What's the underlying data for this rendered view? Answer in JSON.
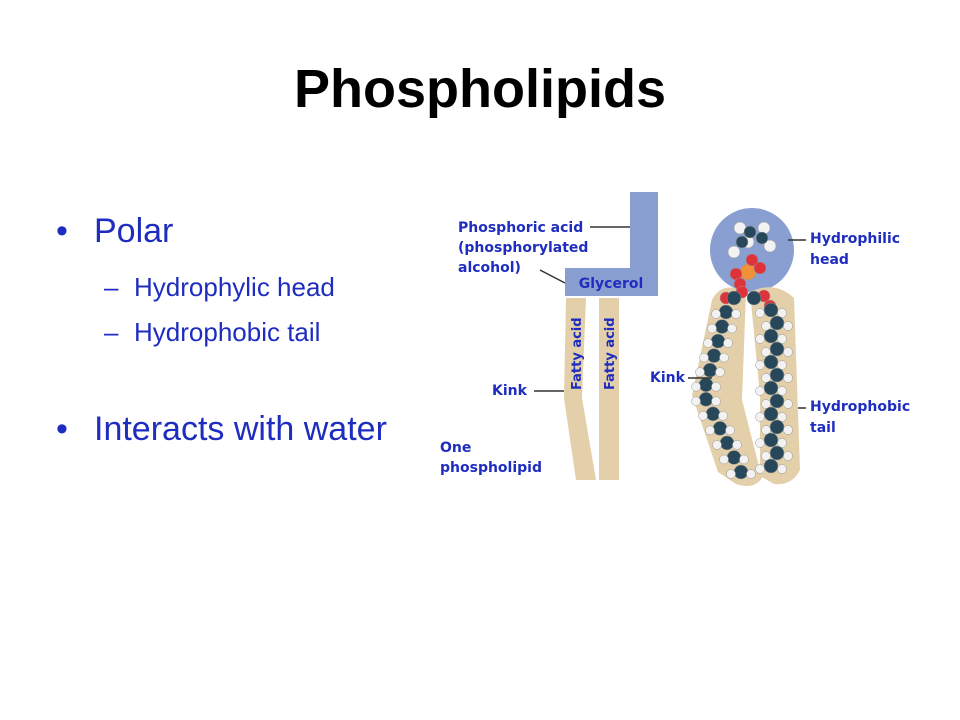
{
  "slide": {
    "title": "Phospholipids",
    "bullets": [
      {
        "text": "Polar",
        "subitems": [
          "Hydrophylic head",
          "Hydrophobic tail"
        ]
      },
      {
        "text": "Interacts with water",
        "subitems": []
      }
    ],
    "bullet_glyph": "•",
    "sub_glyph": "–"
  },
  "diagram": {
    "labels": {
      "phosphoric_acid": "Phosphoric acid",
      "phosphorylated": "(phosphorylated",
      "alcohol": "alcohol)",
      "glycerol": "Glycerol",
      "fatty_acid": "Fatty acid",
      "kink_left": "Kink",
      "kink_right": "Kink",
      "one": "One",
      "phospholipid": "phospholipid",
      "hydrophilic": "Hydrophilic",
      "head": "head",
      "hydrophobic": "Hydrophobic",
      "tail": "tail"
    },
    "colors": {
      "text": "#1e2dbf",
      "head_block": "#8a9fd1",
      "tail_block": "#e3cfa9",
      "atom_carbon": "#27485a",
      "atom_hydrogen": "#f2f2f2",
      "atom_oxygen": "#e0323a",
      "atom_phosphorus": "#f0913a"
    }
  }
}
